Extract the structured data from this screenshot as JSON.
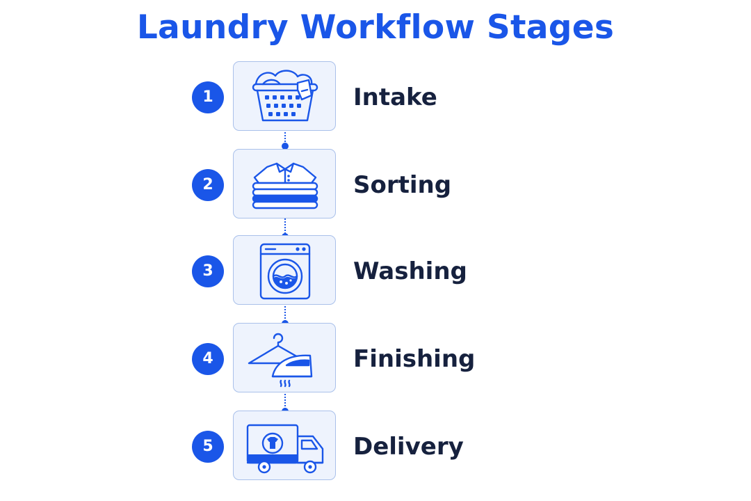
{
  "title": "Laundry Workflow Stages",
  "colors": {
    "accent": "#1a56e8",
    "label": "#16213e",
    "box_fill": "#eef3fd",
    "box_border": "#a9c0ea"
  },
  "stages": [
    {
      "number": "1",
      "label": "Intake",
      "icon": "laundry-basket-icon"
    },
    {
      "number": "2",
      "label": "Sorting",
      "icon": "folded-shirts-icon"
    },
    {
      "number": "3",
      "label": "Washing",
      "icon": "washing-machine-icon"
    },
    {
      "number": "4",
      "label": "Finishing",
      "icon": "hanger-iron-icon"
    },
    {
      "number": "5",
      "label": "Delivery",
      "icon": "delivery-truck-icon"
    }
  ]
}
